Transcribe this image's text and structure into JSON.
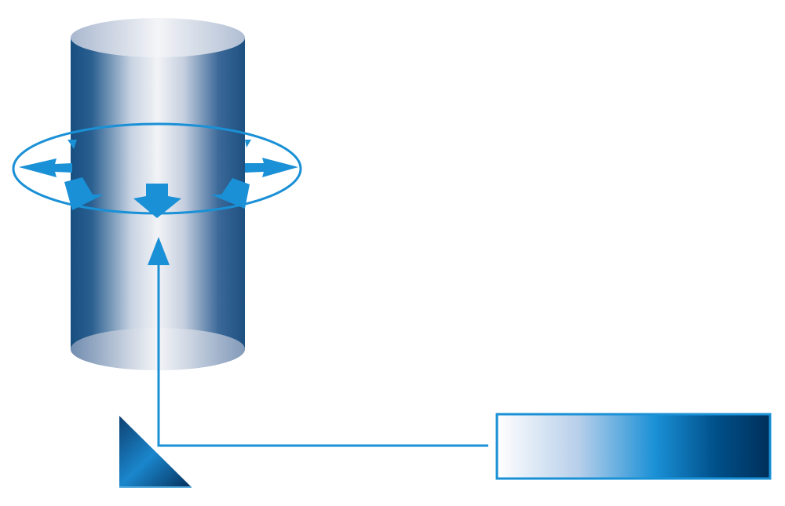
{
  "diagram": {
    "description_free": true,
    "colors": {
      "accent": "#1a90d6",
      "cylinder_dark": "#174f80",
      "cylinder_light": "#f2f3f6",
      "box_dark": "#002f5a"
    },
    "icons": [
      "cylinder",
      "radial-arrows-ring",
      "prism-triangle",
      "gradient-bar",
      "up-arrow-connector"
    ]
  }
}
